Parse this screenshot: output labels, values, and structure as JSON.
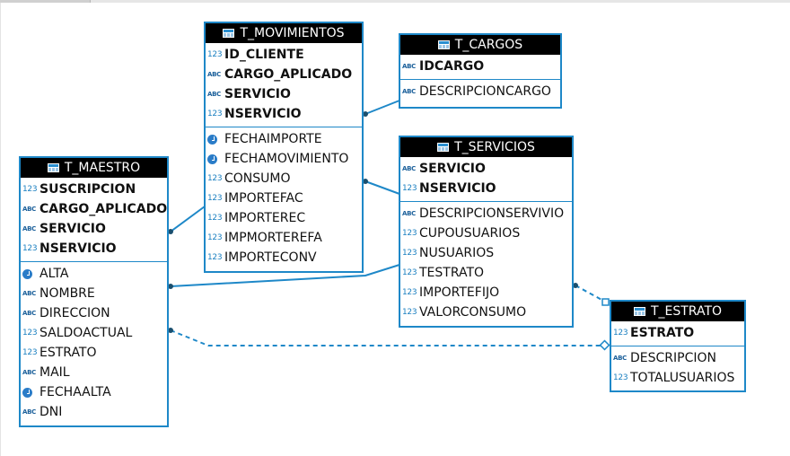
{
  "entities": {
    "movimientos": {
      "title": "T_MOVIMIENTOS",
      "keys": [
        {
          "type": "123",
          "name": "ID_CLIENTE"
        },
        {
          "type": "ABC",
          "name": "CARGO_APLICADO"
        },
        {
          "type": "ABC",
          "name": "SERVICIO"
        },
        {
          "type": "123",
          "name": "NSERVICIO"
        }
      ],
      "attrs": [
        {
          "type": "clock",
          "name": "FECHAIMPORTE"
        },
        {
          "type": "clock",
          "name": "FECHAMOVIMIENTO"
        },
        {
          "type": "123",
          "name": "CONSUMO"
        },
        {
          "type": "123",
          "name": "IMPORTEFAC"
        },
        {
          "type": "123",
          "name": "IMPORTEREC"
        },
        {
          "type": "123",
          "name": "IMPMORTEREFA"
        },
        {
          "type": "123",
          "name": "IMPORTECONV"
        }
      ]
    },
    "cargos": {
      "title": "T_CARGOS",
      "keys": [
        {
          "type": "ABC",
          "name": "IDCARGO"
        }
      ],
      "attrs": [
        {
          "type": "ABC",
          "name": "DESCRIPCIONCARGO"
        }
      ]
    },
    "servicios": {
      "title": "T_SERVICIOS",
      "keys": [
        {
          "type": "ABC",
          "name": "SERVICIO"
        },
        {
          "type": "123",
          "name": "NSERVICIO"
        }
      ],
      "attrs": [
        {
          "type": "ABC",
          "name": "DESCRIPCIONSERVIVIO"
        },
        {
          "type": "123",
          "name": "CUPOUSUARIOS"
        },
        {
          "type": "123",
          "name": "NUSUARIOS"
        },
        {
          "type": "123",
          "name": "TESTRATO"
        },
        {
          "type": "123",
          "name": "IMPORTEFIJO"
        },
        {
          "type": "123",
          "name": "VALORCONSUMO"
        }
      ]
    },
    "maestro": {
      "title": "T_MAESTRO",
      "keys": [
        {
          "type": "123",
          "name": "SUSCRIPCION"
        },
        {
          "type": "ABC",
          "name": "CARGO_APLICADO"
        },
        {
          "type": "ABC",
          "name": "SERVICIO"
        },
        {
          "type": "123",
          "name": "NSERVICIO"
        }
      ],
      "attrs": [
        {
          "type": "clock",
          "name": "ALTA"
        },
        {
          "type": "ABC",
          "name": "NOMBRE"
        },
        {
          "type": "ABC",
          "name": "DIRECCION"
        },
        {
          "type": "123",
          "name": "SALDOACTUAL"
        },
        {
          "type": "123",
          "name": "ESTRATO"
        },
        {
          "type": "ABC",
          "name": "MAIL"
        },
        {
          "type": "clock",
          "name": "FECHAALTA"
        },
        {
          "type": "ABC",
          "name": "DNI"
        }
      ]
    },
    "estrato": {
      "title": "T_ESTRATO",
      "keys": [
        {
          "type": "123",
          "name": "ESTRATO"
        }
      ],
      "attrs": [
        {
          "type": "ABC",
          "name": "DESCRIPCION"
        },
        {
          "type": "123",
          "name": "TOTALUSUARIOS"
        }
      ]
    }
  },
  "colors": {
    "border": "#1e88c8",
    "header_bg": "#000000",
    "link": "#1e88c8",
    "link_dot": "#1b4f6e"
  }
}
